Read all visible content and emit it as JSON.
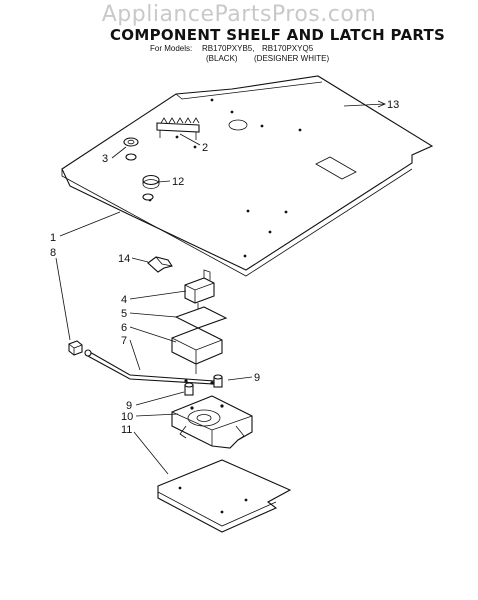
{
  "watermark": "AppliancePartsPros.com",
  "header": {
    "title": "COMPONENT SHELF AND LATCH PARTS",
    "models_prefix": "For Models:",
    "model_1": "RB170PXYB5,",
    "model_1_color": "(BLACK)",
    "model_2": "RB170PXYQ5",
    "model_2_color": "(DESIGNER WHITE)"
  },
  "callouts": {
    "c1": "1",
    "c2": "2",
    "c3": "3",
    "c4": "4",
    "c5": "5",
    "c6": "6",
    "c7": "7",
    "c8": "8",
    "c9a": "9",
    "c9b": "9",
    "c10": "10",
    "c11": "11",
    "c12": "12",
    "c13": "13",
    "c14": "14"
  },
  "colors": {
    "ink": "#111111",
    "paper": "#ffffff",
    "watermark": "#c9c9c9"
  }
}
